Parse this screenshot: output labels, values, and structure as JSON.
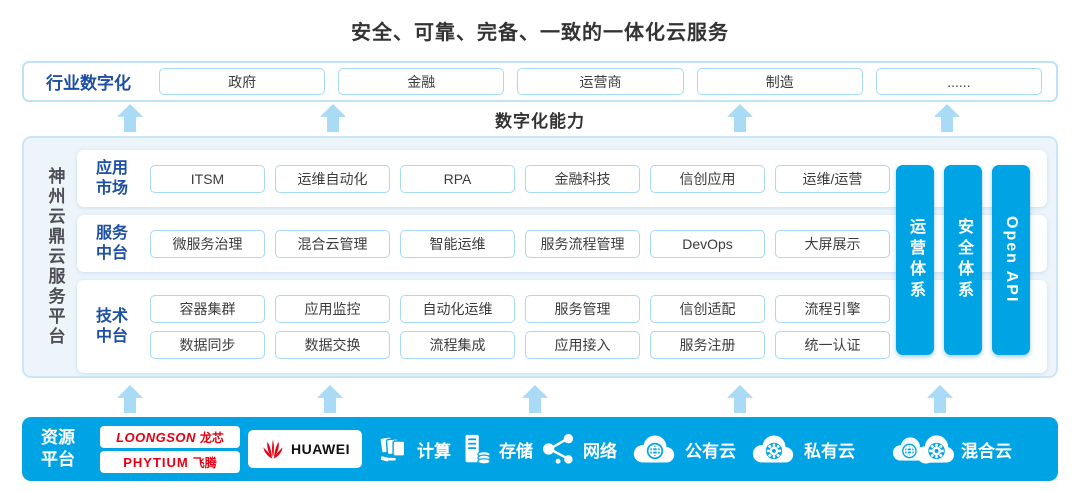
{
  "title": "安全、可靠、完备、一致的一体化云服务",
  "industry": {
    "label": "行业数字化",
    "items": [
      "政府",
      "金融",
      "运营商",
      "制造",
      "......"
    ]
  },
  "capability_label": "数字化能力",
  "platform": {
    "name": "神州云鼎云服务平台",
    "rows": [
      {
        "label": "应用市场",
        "lines": [
          [
            "ITSM",
            "运维自动化",
            "RPA",
            "金融科技",
            "信创应用",
            "运维/运营"
          ]
        ]
      },
      {
        "label": "服务中台",
        "lines": [
          [
            "微服务治理",
            "混合云管理",
            "智能运维",
            "服务流程管理",
            "DevOps",
            "大屏展示"
          ]
        ]
      },
      {
        "label": "技术中台",
        "lines": [
          [
            "容器集群",
            "应用监控",
            "自动化运维",
            "服务管理",
            "信创适配",
            "流程引擎"
          ],
          [
            "数据同步",
            "数据交换",
            "流程集成",
            "应用接入",
            "服务注册",
            "统一认证"
          ]
        ]
      }
    ],
    "pillars": [
      "运营体系",
      "安全体系",
      "Open API"
    ]
  },
  "resources": {
    "label": "资源平台",
    "vendors": {
      "loongson_en": "LOONGSON",
      "loongson_zh": "龙芯",
      "phytium_en": "PHYTIUM",
      "phytium_zh": "飞腾",
      "huawei": "HUAWEI"
    },
    "items": [
      {
        "icon": "compute-icon",
        "label": "计算"
      },
      {
        "icon": "storage-icon",
        "label": "存储"
      },
      {
        "icon": "network-icon",
        "label": "网络"
      },
      {
        "icon": "public-cloud-icon",
        "label": "公有云"
      },
      {
        "icon": "private-cloud-icon",
        "label": "私有云"
      },
      {
        "icon": "hybrid-cloud-icon",
        "label": "混合云"
      }
    ]
  },
  "colors": {
    "accent_blue": "#00A4E4",
    "arrow_blue": "#A9DAF6",
    "dark_blue_text": "#1D4FA3",
    "box_border": "#A8D9F2",
    "brand_red": "#E60012"
  }
}
